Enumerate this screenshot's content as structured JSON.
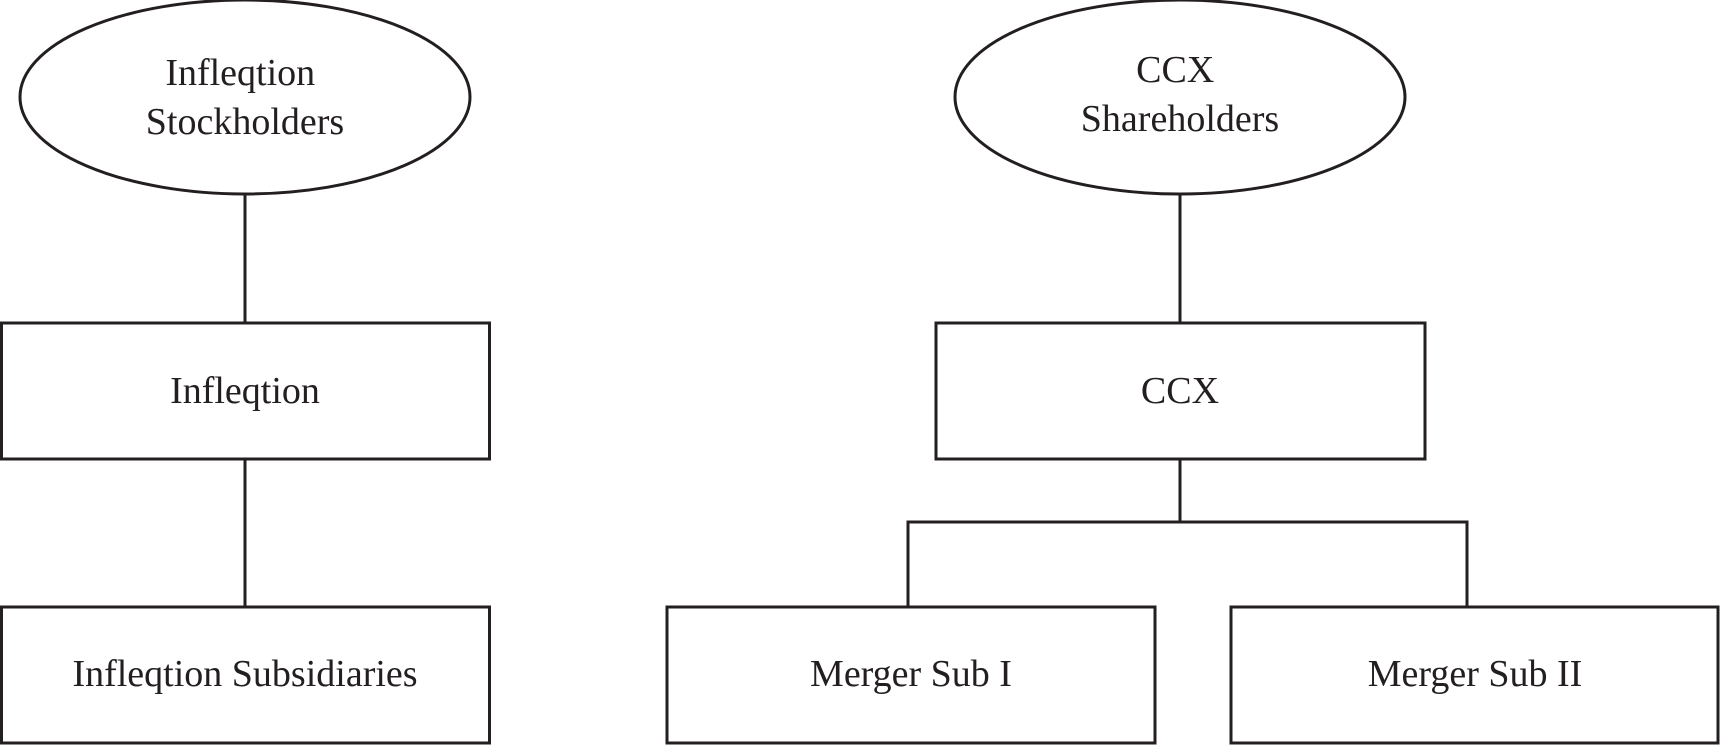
{
  "diagram": {
    "colors": {
      "stroke": "#231f20",
      "text": "#231f20",
      "background": "#ffffff"
    },
    "left_structure": {
      "owners": {
        "line1": "Infleqtion",
        "line2": "Stockholders"
      },
      "company": {
        "label": "Infleqtion"
      },
      "subsidiaries": {
        "label": "Infleqtion Subsidiaries"
      }
    },
    "right_structure": {
      "owners": {
        "line1": "CCX",
        "line2": "Shareholders"
      },
      "company": {
        "label": "CCX"
      },
      "subsidiary_one": {
        "label": "Merger Sub I"
      },
      "subsidiary_two": {
        "label": "Merger Sub II"
      }
    }
  }
}
